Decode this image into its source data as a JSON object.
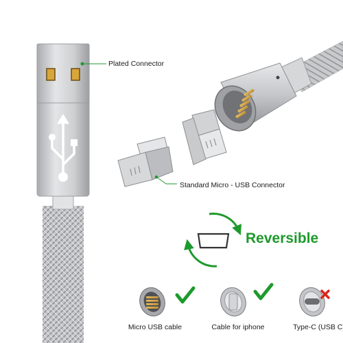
{
  "labels": {
    "plated_connector": "Plated Connector",
    "standard_micro_usb": "Standard Micro - USB Connector",
    "reversible": "Reversible"
  },
  "compatibility": [
    {
      "caption": "Micro USB cable",
      "supported": true,
      "icon": "micro-usb-magnet-tip"
    },
    {
      "caption": "Cable for iphone",
      "supported": true,
      "icon": "lightning-magnet-tip"
    },
    {
      "caption": "Type-C (USB C)",
      "supported": false,
      "icon": "usb-c-magnet-tip"
    }
  ],
  "colors": {
    "accent_green": "#1d9a2c",
    "cross_red": "#d9261c",
    "silver": "#c9cacc",
    "gold": "#d8a63a"
  }
}
